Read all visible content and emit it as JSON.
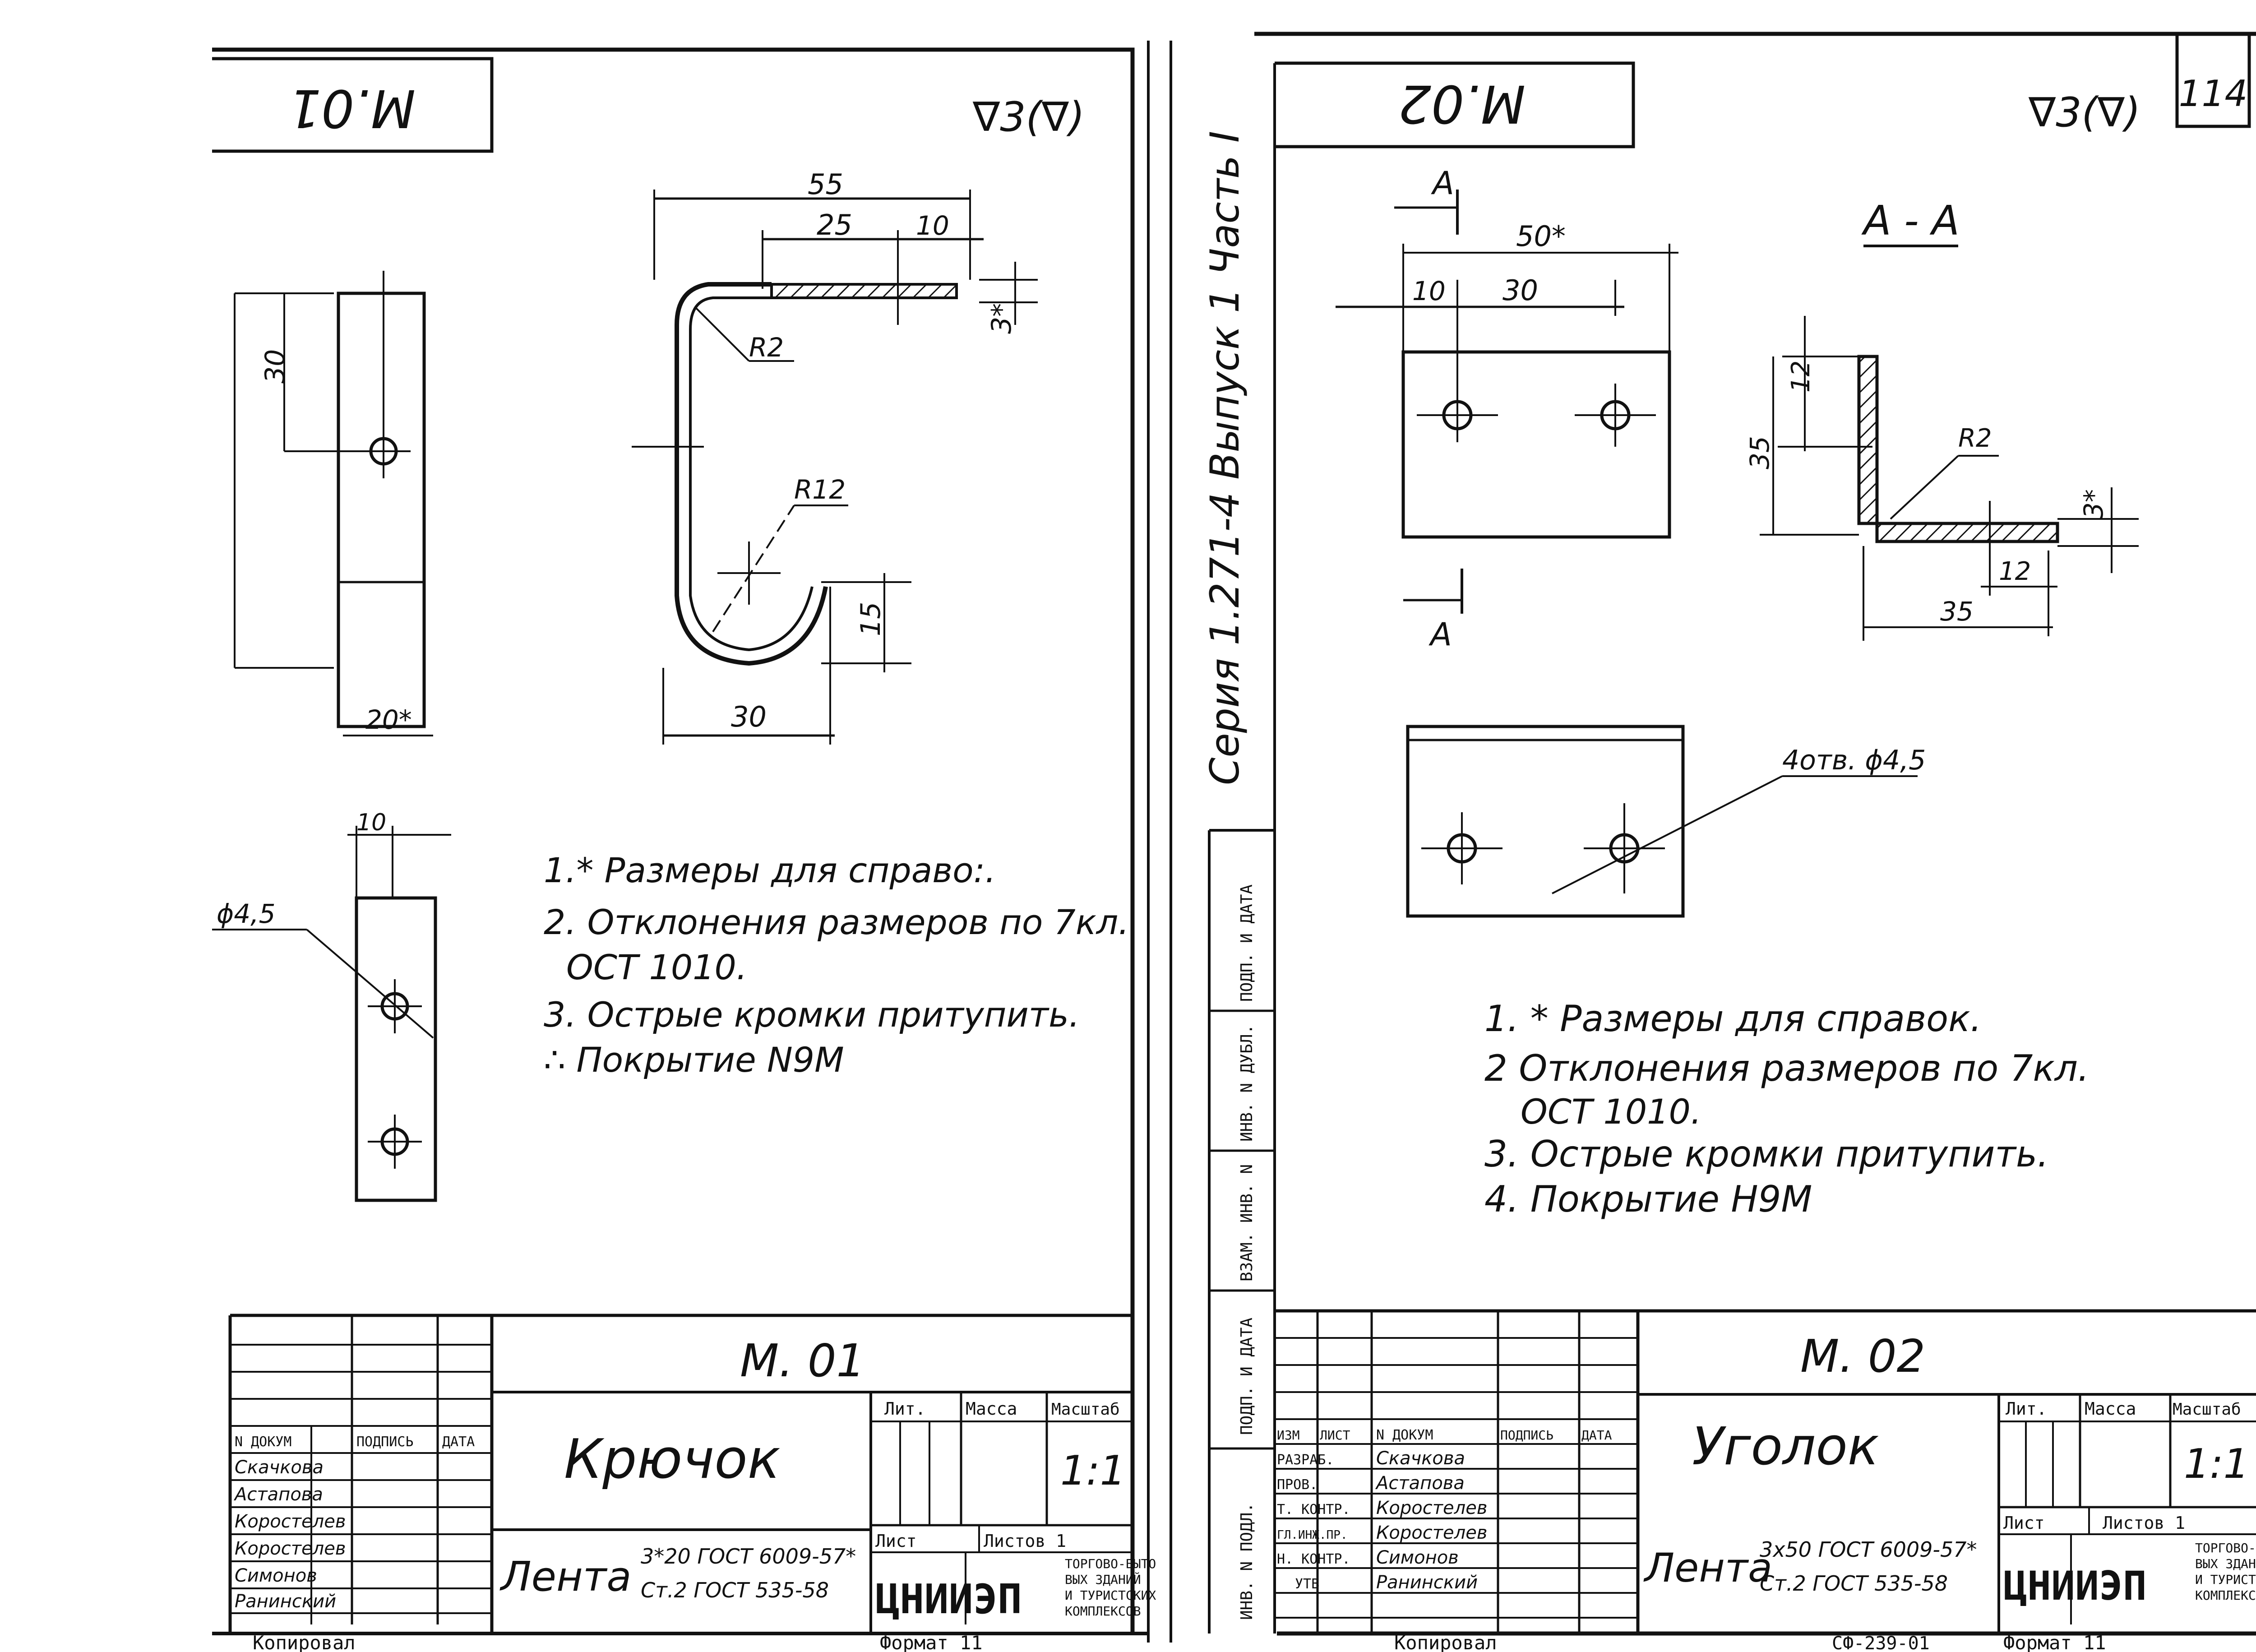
{
  "left": {
    "header_code": "M.01",
    "surface_mark": "∇3(∇)",
    "dims": {
      "d55": "55",
      "d25": "25",
      "d10": "10",
      "d3": "3*",
      "r2": "R2",
      "r12": "R12",
      "d15": "15",
      "d30_bottom": "30",
      "d30_side": "30",
      "d20": "20*",
      "d10_small": "10",
      "hole": "ϕ4,5"
    },
    "notes": [
      "1.* Размеры для справо:.",
      "2. Отклонения размеров по 7кл.",
      "ОСТ 1010.",
      "3. Острые кромки притупить.",
      "∴ Покрытие N9M"
    ],
    "title_block": {
      "code": "M. 01",
      "name": "Крючок",
      "material_label": "Лента",
      "material_top": "3*20 ГОСТ 6009-57*",
      "material_bottom": "Ст.2 ГОСТ 535-58",
      "col_lit": "Лит.",
      "col_mass": "Масса",
      "col_scale": "Масштаб",
      "scale": "1:1",
      "sheet": "Лист",
      "sheets": "Листов 1",
      "org": "ЦНИИЭП",
      "org_desc": [
        "ТОРГОВО-БЫТО",
        "ВЫХ ЗДАНИЙ",
        "И ТУРИСТСКИХ",
        "КОМПЛЕКСОВ"
      ],
      "h_doc": "N ДОКУМ",
      "h_sign": "ПОДПИСЬ",
      "h_date": "ДАТА",
      "people": [
        "Скачкова",
        "Астапова",
        "Коростелев",
        "Коростелев",
        "Симонов",
        "Ранинский"
      ],
      "footer_copied": "Копировал",
      "footer_format": "Формат 11"
    }
  },
  "right": {
    "header_code": "M.02",
    "surface_mark": "∇3(∇)",
    "page_number": "114",
    "series_text": "Серия 1.271-4 Выпуск 1 Часть I",
    "section_label": "A - A",
    "cut_a": "A",
    "dims": {
      "d50": "50*",
      "d10": "10",
      "d30": "30",
      "d12a": "12",
      "d35a": "35",
      "r2": "R2",
      "d3": "3*",
      "d12b": "12",
      "d35b": "35",
      "holes": "4отв. ϕ4,5"
    },
    "notes": [
      "1. * Размеры для справок.",
      "2 Отклонения размеров по 7кл.",
      "ОСТ 1010.",
      "3. Острые кромки притупить.",
      "4. Покрытие Н9М"
    ],
    "side_strip": [
      "ИНВ. N ПОДЛ.",
      "ПОДП. И ДАТА",
      "ВЗАМ. ИНВ. N",
      "ИНВ. N ДУБЛ.",
      "ПОДП. И ДАТА"
    ],
    "title_block": {
      "code": "M. 02",
      "name": "Уголок",
      "material_label": "Лента",
      "material_top": "3x50 ГОСТ 6009-57*",
      "material_bottom": "Ст.2 ГОСТ 535-58",
      "col_lit": "Лит.",
      "col_mass": "Масса",
      "col_scale": "Масштаб",
      "scale": "1:1",
      "sheet": "Лист",
      "sheets": "Листов 1",
      "org": "ЦНИИЭП",
      "org_desc": [
        "ТОРГОВО-БЫТО",
        "ВЫХ ЗДАНИЙ",
        "И ТУРИСТСКИХ",
        "КОМПЛЕКСОВ"
      ],
      "h_izm": "ИЗМ",
      "h_list": "ЛИСТ",
      "h_doc": "N ДОКУМ",
      "h_sign": "ПОДПИСЬ",
      "h_date": "ДАТА",
      "roles": [
        "РАЗРАБ.",
        "ПРОВ.",
        "Т. КОНТР.",
        "ГЛ.ИНЖ.ПР.",
        "Н. КОНТР.",
        "УТВ"
      ],
      "people": [
        "Скачкова",
        "Астапова",
        "Коростелев",
        "Коростелев",
        "Симонов",
        "Ранинский"
      ],
      "footer_copied": "Копировал",
      "footer_code": "СФ-239-01",
      "footer_format": "Формат 11"
    }
  }
}
